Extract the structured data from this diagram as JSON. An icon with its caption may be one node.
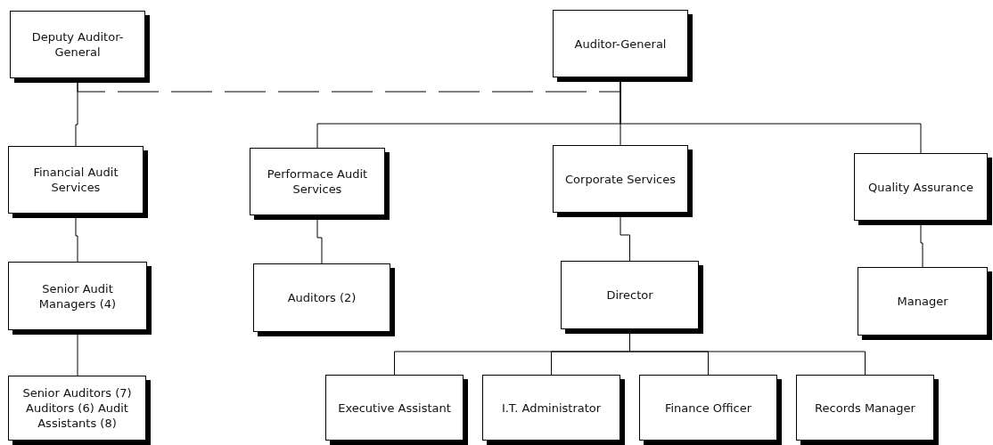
{
  "diagram": {
    "nodes": [
      {
        "text": [
          "Deputy Auditor-General"
        ]
      },
      {
        "text": [
          "Auditor-General"
        ]
      },
      {
        "text": [
          "Financial Audit Services"
        ]
      },
      {
        "text": [
          "Performace Audit Services"
        ]
      },
      {
        "text": [
          "Corporate Services"
        ]
      },
      {
        "text": [
          "Quality Assurance"
        ]
      },
      {
        "text": [
          "Senior Audit Managers (4)"
        ]
      },
      {
        "text": [
          "Auditors (2)"
        ]
      },
      {
        "text": [
          "Director"
        ]
      },
      {
        "text": [
          "Manager"
        ]
      },
      {
        "text": [
          "Senior Auditors (7) Auditors (6) Audit Assistants (8)"
        ]
      },
      {
        "text": [
          "Executive Assistant"
        ]
      },
      {
        "text": [
          "I.T. Administrator"
        ]
      },
      {
        "text": [
          "Finance Officer"
        ]
      },
      {
        "text": [
          "Records Manager"
        ]
      }
    ],
    "edges": [
      {
        "from": 0,
        "to": 1,
        "arrow": "none",
        "style": "dashed"
      },
      {
        "from": 0,
        "to": 2,
        "arrow": "none"
      },
      {
        "from": 1,
        "to": 3,
        "arrow": "none"
      },
      {
        "from": 1,
        "to": 4,
        "arrow": "none"
      },
      {
        "from": 1,
        "to": 5,
        "arrow": "none"
      },
      {
        "from": 2,
        "to": 6,
        "arrow": "none"
      },
      {
        "from": 6,
        "to": 10,
        "arrow": "none"
      },
      {
        "from": 3,
        "to": 7,
        "arrow": "none"
      },
      {
        "from": 4,
        "to": 8,
        "arrow": "none"
      },
      {
        "from": 5,
        "to": 9,
        "arrow": "none"
      },
      {
        "from": 8,
        "to": 11,
        "arrow": "none"
      },
      {
        "from": 8,
        "to": 12,
        "arrow": "none"
      },
      {
        "from": 8,
        "to": 13,
        "arrow": "none"
      },
      {
        "from": 8,
        "to": 14,
        "arrow": "none"
      }
    ]
  }
}
